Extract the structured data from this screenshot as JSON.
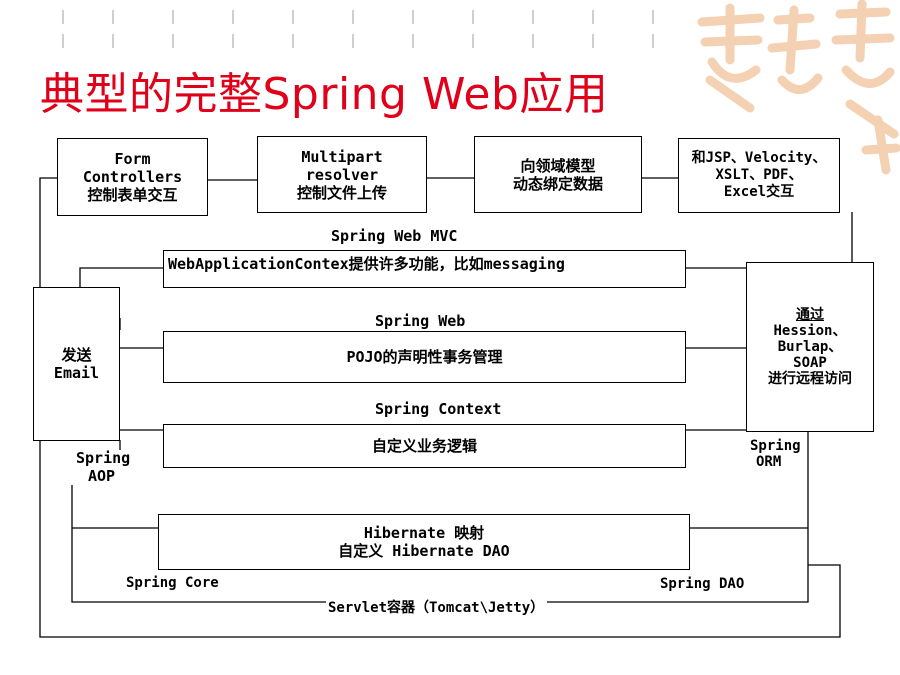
{
  "slide": {
    "title": "典型的完整Spring Web应用",
    "title_color": "#e0001a",
    "decoration_color": "#f3c9a6"
  },
  "top_boxes": [
    {
      "lines": [
        "Form",
        "Controllers",
        "控制表单交互"
      ]
    },
    {
      "lines": [
        "Multipart",
        "resolver",
        "控制文件上传"
      ]
    },
    {
      "lines": [
        "向领域模型",
        "动态绑定数据"
      ]
    },
    {
      "lines": [
        "和JSP、Velocity、",
        "XSLT、PDF、",
        "Excel交互"
      ]
    }
  ],
  "layers": {
    "mvc_label": "Spring Web MVC",
    "mvc_box": "WebApplicationContex提供许多功能，比如messaging",
    "web_label": "Spring Web",
    "web_box": "POJO的声明性事务管理",
    "context_label": "Spring Context",
    "context_box": "自定义业务逻辑",
    "dao_box_line1": "Hibernate 映射",
    "dao_box_line2": "自定义 Hibernate DAO"
  },
  "side_boxes": {
    "left": [
      "发送",
      "Email"
    ],
    "right": [
      "通过",
      "Hession、",
      "Burlap、",
      "SOAP",
      "进行远程访问"
    ]
  },
  "labels": {
    "aop_line1": "Spring",
    "aop_line2": "AOP",
    "orm_line1": "Spring",
    "orm_line2": "ORM",
    "core": "Spring Core",
    "dao": "Spring DAO",
    "servlet": "Servlet容器（Tomcat\\Jetty）"
  }
}
